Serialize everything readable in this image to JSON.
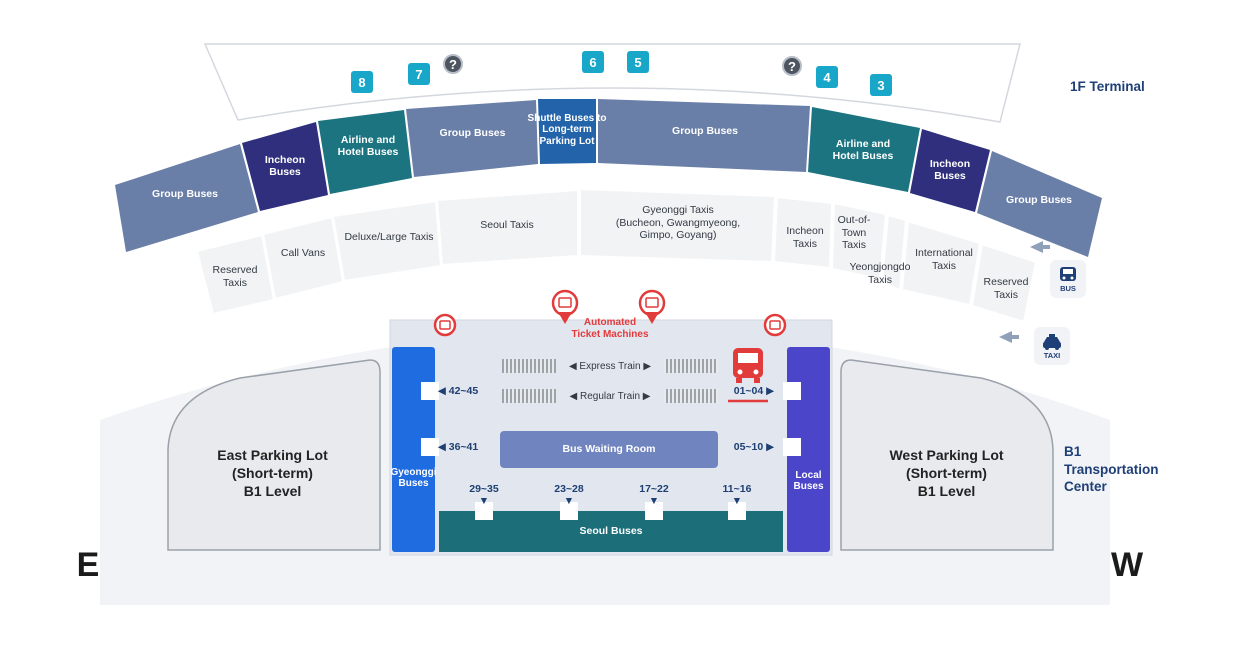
{
  "terminal_label": "1F Terminal",
  "b1_label": "B1\nTransportation\nCenter",
  "compass": {
    "east": "E",
    "west": "W"
  },
  "gates": [
    "8",
    "7",
    "6",
    "5",
    "4",
    "3"
  ],
  "help_symbol": "?",
  "bus_zones": [
    "Group Buses",
    "Incheon\nBuses",
    "Airline and\nHotel Buses",
    "Group Buses",
    "Shuttle Buses to\nLong-term\nParking Lot",
    "Group Buses",
    "Airline and\nHotel Buses",
    "Incheon\nBuses",
    "Group Buses"
  ],
  "taxi_zones": [
    "Reserved\nTaxis",
    "Call Vans",
    "Deluxe/Large Taxis",
    "Seoul Taxis",
    "Gyeonggi Taxis\n(Bucheon, Gwangmyeong,\nGimpo, Goyang)",
    "Incheon\nTaxis",
    "Out-of-\nTown\nTaxis",
    "Yeongjongdo\nTaxis",
    "International\nTaxis",
    "Reserved\nTaxis"
  ],
  "ticket_machines_label": "Automated\nTicket Machines",
  "trains": {
    "express": "Express Train",
    "regular": "Regular Train"
  },
  "center": {
    "gyeonggi": "Gyeonggi\nBuses",
    "local": "Local\nBuses",
    "waiting_room": "Bus Waiting Room",
    "seoul": "Seoul Buses"
  },
  "platform_ranges": {
    "r42_45": "42~45",
    "r36_41": "36~41",
    "r01_04": "01~04",
    "r05_10": "05~10",
    "r29_35": "29~35",
    "r23_28": "23~28",
    "r17_22": "17~22",
    "r11_16": "11~16"
  },
  "parking": {
    "east": "East Parking Lot\n(Short-term)\nB1 Level",
    "west": "West Parking Lot\n(Short-term)\nB1 Level"
  },
  "icons": {
    "bus": "BUS",
    "taxi": "TAXI"
  },
  "colors": {
    "group": "#6a7fa8",
    "incheon": "#2f2f7d",
    "airline": "#1b7480",
    "shuttle": "#2263a9",
    "gyeonggi": "#1f6be0",
    "local": "#4b46c9",
    "seoul": "#1c6f79",
    "waiting": "#7085c0",
    "ticket": "#e23b3b",
    "label": "#1f3f77"
  }
}
